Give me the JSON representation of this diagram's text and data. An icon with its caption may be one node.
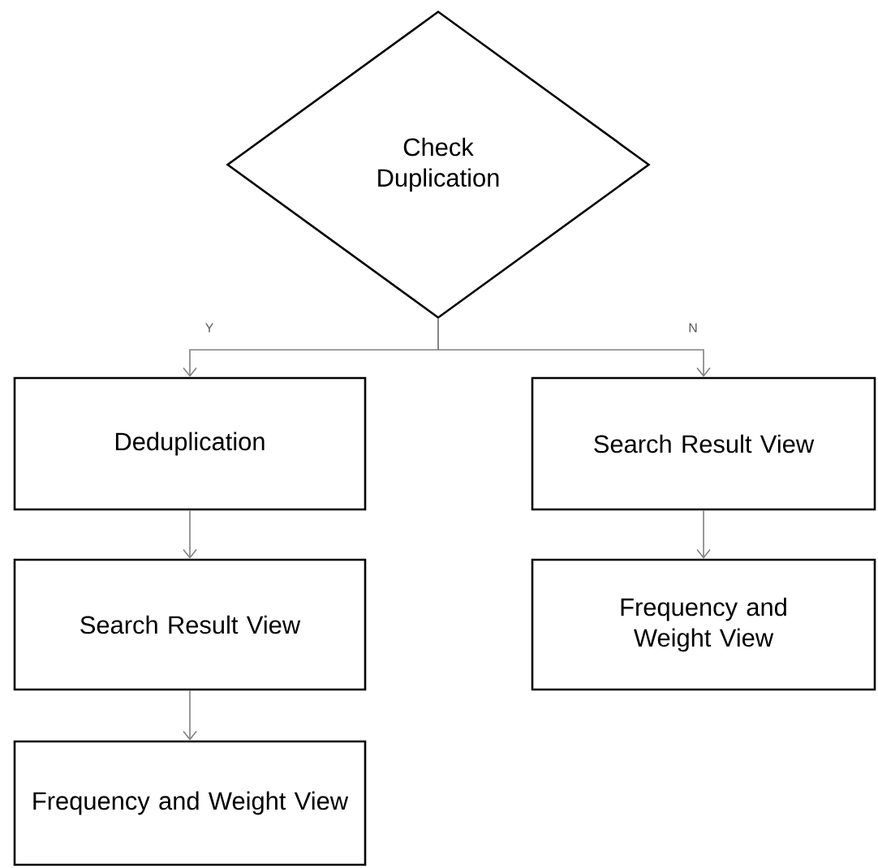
{
  "diagram": {
    "nodes": [
      {
        "text": [
          "Check Duplication"
        ]
      },
      {
        "text": [
          "Deduplication"
        ]
      },
      {
        "text": [
          "Search Result View"
        ]
      },
      {
        "text": [
          "Frequency and Weight View"
        ]
      },
      {
        "text": [
          "Search Result View"
        ]
      },
      {
        "text": [
          "Frequency and Weight View"
        ]
      }
    ],
    "edges": [
      {
        "from": 0,
        "to": 1,
        "arrow": "to",
        "label": "Y"
      },
      {
        "from": 0,
        "to": 4,
        "arrow": "to",
        "label": "N"
      },
      {
        "from": 1,
        "to": 2,
        "arrow": "to"
      },
      {
        "from": 2,
        "to": 3,
        "arrow": "to"
      },
      {
        "from": 4,
        "to": 5,
        "arrow": "to"
      }
    ]
  }
}
